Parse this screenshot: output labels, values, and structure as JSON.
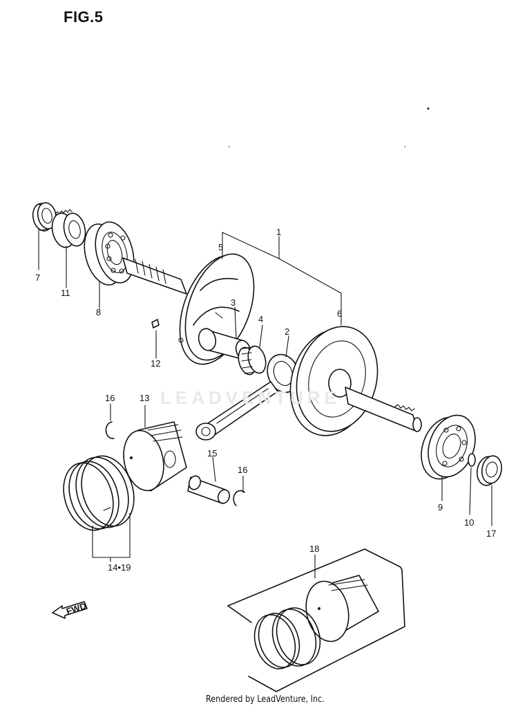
{
  "figure": {
    "title": "FIG.5",
    "watermark": "LEADVENTURE",
    "footer": "Rendered by LeadVenture, Inc.",
    "fwd_label": "FWD"
  },
  "parts": [
    {
      "ref": "1"
    },
    {
      "ref": "2"
    },
    {
      "ref": "3"
    },
    {
      "ref": "4"
    },
    {
      "ref": "5"
    },
    {
      "ref": "6"
    },
    {
      "ref": "7"
    },
    {
      "ref": "8"
    },
    {
      "ref": "9"
    },
    {
      "ref": "10"
    },
    {
      "ref": "11"
    },
    {
      "ref": "12"
    },
    {
      "ref": "13"
    },
    {
      "ref": "14•19"
    },
    {
      "ref": "15"
    },
    {
      "ref": "16"
    },
    {
      "ref": "16"
    },
    {
      "ref": "17"
    },
    {
      "ref": "18"
    }
  ]
}
